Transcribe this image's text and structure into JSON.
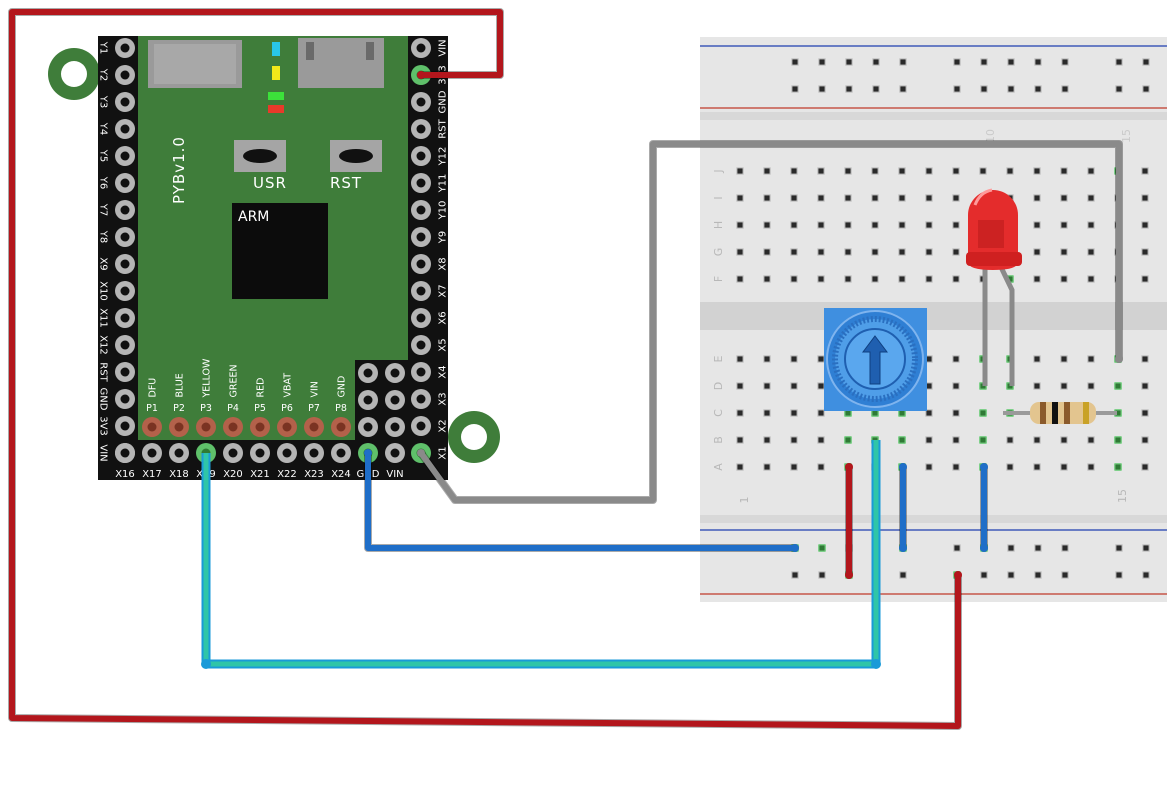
{
  "board": {
    "name": "PYBv1.0",
    "chip_label": "ARM",
    "buttons": [
      "USR",
      "RST"
    ],
    "left_pins": [
      "Y1",
      "Y2",
      "Y3",
      "Y4",
      "Y5",
      "Y6",
      "Y7",
      "Y8",
      "X9",
      "X10",
      "X11",
      "X12",
      "RST",
      "GND",
      "3V3",
      "VIN"
    ],
    "right_pins": [
      "VIN",
      "3V3",
      "GND",
      "RST",
      "Y12",
      "Y11",
      "Y10",
      "Y9",
      "X8",
      "X7",
      "X6",
      "X5",
      "X4",
      "X3",
      "X2",
      "X1"
    ],
    "bottom_pins": [
      "X16",
      "X17",
      "X18",
      "X19",
      "X20",
      "X21",
      "X22",
      "X23",
      "X24",
      "GND",
      "VIN"
    ],
    "led_pads": [
      "P1",
      "P2",
      "P3",
      "P4",
      "P5",
      "P6",
      "P7",
      "P8"
    ],
    "led_pad_labels": [
      "DFU",
      "BLUE",
      "YELLOW",
      "GREEN",
      "RED",
      "VBAT",
      "VIN",
      "GND"
    ]
  },
  "breadboard": {
    "row_letters_top": [
      "J",
      "I",
      "H",
      "G",
      "F"
    ],
    "row_letters_bottom": [
      "E",
      "D",
      "C",
      "B",
      "A"
    ],
    "column_numbers": [
      "1",
      "15"
    ],
    "top_faint_numbers": [
      "10",
      "15"
    ]
  },
  "colors": {
    "board_green": "#3f7d3a",
    "wire_red": "#b3161c",
    "wire_blue": "#1f6ec8",
    "wire_green": "#2fc5a8",
    "wire_gray": "#8a8a8a",
    "led_red": "#e42c2c",
    "pot_blue": "#3f8fe0"
  }
}
